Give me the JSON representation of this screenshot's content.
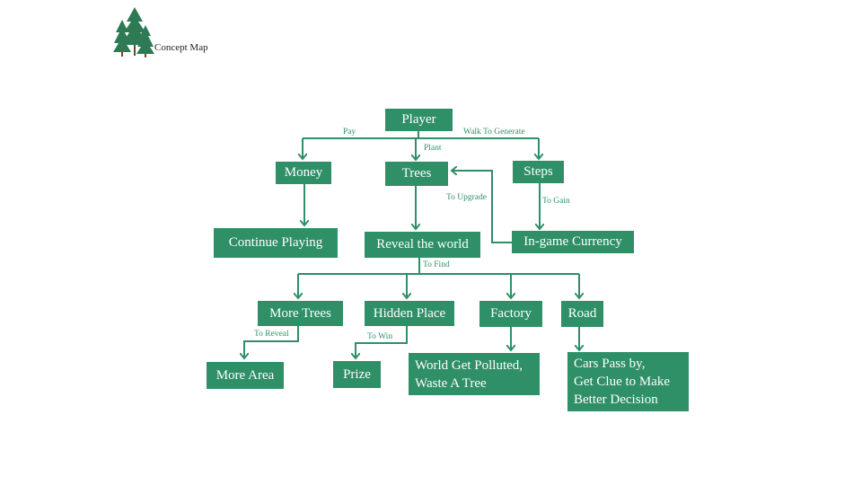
{
  "header": {
    "title": "Concept Map"
  },
  "colors": {
    "node_fill": "#2f8f67",
    "edge": "#2f8f67",
    "label_text": "#2f8f67",
    "background": "#ffffff"
  },
  "nodes": {
    "player": "Player",
    "money": "Money",
    "trees": "Trees",
    "steps": "Steps",
    "continue_playing": "Continue Playing",
    "reveal_world": "Reveal the world",
    "currency": "In-game Currency",
    "more_trees": "More Trees",
    "hidden_place": "Hidden Place",
    "factory": "Factory",
    "road": "Road",
    "more_area": "More Area",
    "prize": "Prize",
    "polluted": [
      "World Get Polluted,",
      "Waste A Tree"
    ],
    "cars": [
      "Cars Pass by,",
      "Get Clue to Make",
      "Better Decision"
    ]
  },
  "edge_labels": {
    "pay": "Pay",
    "plant": "Plant",
    "walk": "Walk To Generate",
    "upgrade": "To Upgrade",
    "gain": "To Gain",
    "find": "To Find",
    "reveal": "To Reveal",
    "win": "To Win"
  }
}
